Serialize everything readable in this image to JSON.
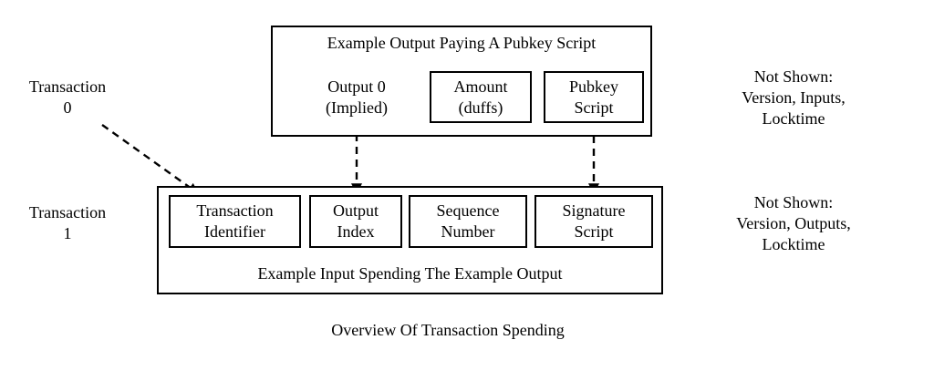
{
  "colors": {
    "stroke": "#000000",
    "background": "#ffffff"
  },
  "title": "Overview Of Transaction Spending",
  "transaction0": {
    "label": [
      "Transaction",
      "0"
    ],
    "output_box": {
      "title": "Example Output Paying A Pubkey Script",
      "output_index": [
        "Output 0",
        "(Implied)"
      ],
      "amount": [
        "Amount",
        "(duffs)"
      ],
      "pubkey_script": [
        "Pubkey",
        "Script"
      ]
    },
    "not_shown": [
      "Not Shown:",
      "Version, Inputs,",
      "Locktime"
    ]
  },
  "transaction1": {
    "label": [
      "Transaction",
      "1"
    ],
    "input_box": {
      "title": "Example Input Spending The Example Output",
      "fields": [
        [
          "Transaction",
          "Identifier"
        ],
        [
          "Output",
          "Index"
        ],
        [
          "Sequence",
          "Number"
        ],
        [
          "Signature",
          "Script"
        ]
      ]
    },
    "not_shown": [
      "Not Shown:",
      "Version, Outputs,",
      "Locktime"
    ]
  }
}
